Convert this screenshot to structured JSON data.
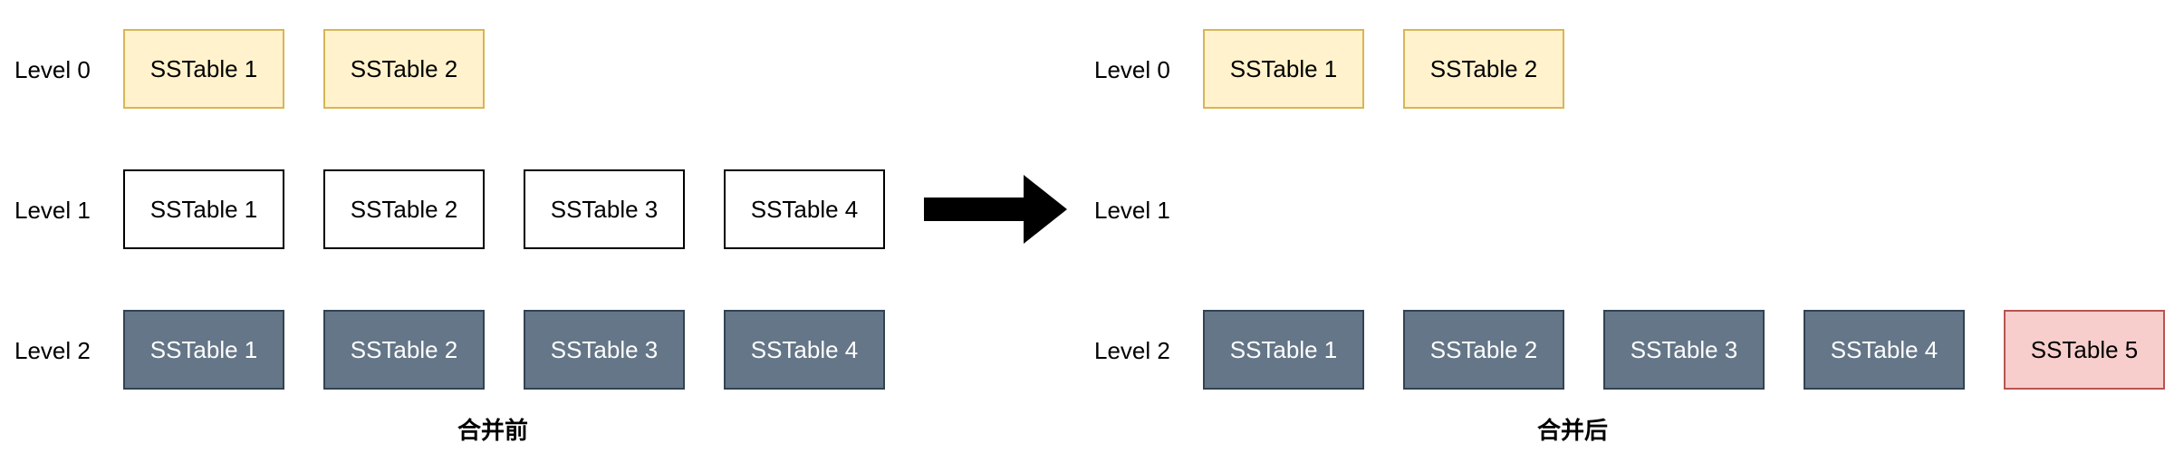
{
  "before": {
    "caption": "合并前",
    "levels": [
      {
        "label": "Level 0",
        "tables": [
          "SSTable 1",
          "SSTable 2"
        ]
      },
      {
        "label": "Level 1",
        "tables": [
          "SSTable 1",
          "SSTable 2",
          "SSTable 3",
          "SSTable 4"
        ]
      },
      {
        "label": "Level 2",
        "tables": [
          "SSTable 1",
          "SSTable 2",
          "SSTable 3",
          "SSTable 4"
        ]
      }
    ]
  },
  "after": {
    "caption": "合并后",
    "levels": [
      {
        "label": "Level 0",
        "tables": [
          "SSTable 1",
          "SSTable 2"
        ]
      },
      {
        "label": "Level 1",
        "tables": []
      },
      {
        "label": "Level 2",
        "tables": [
          "SSTable 1",
          "SSTable 2",
          "SSTable 3",
          "SSTable 4",
          "SSTable 5"
        ]
      }
    ]
  },
  "colors": {
    "level0_fill": "#fff2cc",
    "level0_border": "#d6b656",
    "level1_fill": "#ffffff",
    "level1_border": "#000000",
    "level2_fill": "#647687",
    "level2_border": "#314354",
    "new_table_fill": "#f8cecc",
    "new_table_border": "#b85450"
  },
  "arrow_icon": "right-arrow-icon"
}
